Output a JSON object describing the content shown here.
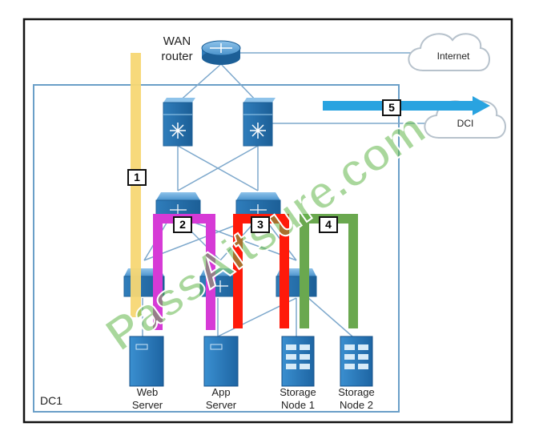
{
  "labels": {
    "wan_router": "WAN\nrouter",
    "internet": "Internet",
    "dci": "DCI",
    "dc1": "DC1",
    "web_server": "Web\nServer",
    "app_server": "App\nServer",
    "storage_node_1": "Storage\nNode 1",
    "storage_node_2": "Storage\nNode 2",
    "watermark": "PassAitsure.com"
  },
  "paths": [
    {
      "id": "1",
      "color": "#f7d774"
    },
    {
      "id": "2",
      "color": "#d63ad6"
    },
    {
      "id": "3",
      "color": "#ff1a0a"
    },
    {
      "id": "4",
      "color": "#6aa84f"
    },
    {
      "id": "5",
      "color": "#29a3e0"
    }
  ],
  "colors": {
    "device_blue": "#3d8dc9",
    "frame_blue": "#6a9fc8",
    "link": "#7da8cc"
  }
}
